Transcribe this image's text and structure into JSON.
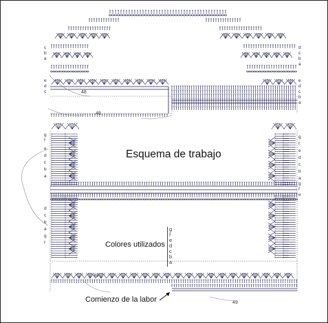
{
  "title": "Esquema de trabajo",
  "colors_title": "Colores utilizados",
  "color_keys": [
    "g",
    "f",
    "e",
    "d",
    "c",
    "b",
    "a"
  ],
  "start_label": "Comienzo de la labor",
  "stitch_counts": [
    "48",
    "48",
    "48",
    "49"
  ],
  "row_letters_left": [
    "c",
    "b",
    "a",
    "e",
    "d",
    "c",
    "g",
    "f",
    "e",
    "d",
    "c",
    "b",
    "a",
    "d",
    "c",
    "b",
    "a",
    "g",
    "f"
  ],
  "row_letters_right": [
    "d",
    "c",
    "b",
    "a",
    "e",
    "d",
    "c",
    "b",
    "a",
    "g",
    "f",
    "e",
    "d",
    "c",
    "b",
    "a",
    "g",
    "f",
    "e"
  ],
  "colors": {
    "ink": "#1b1b4a",
    "line": "#444444"
  }
}
